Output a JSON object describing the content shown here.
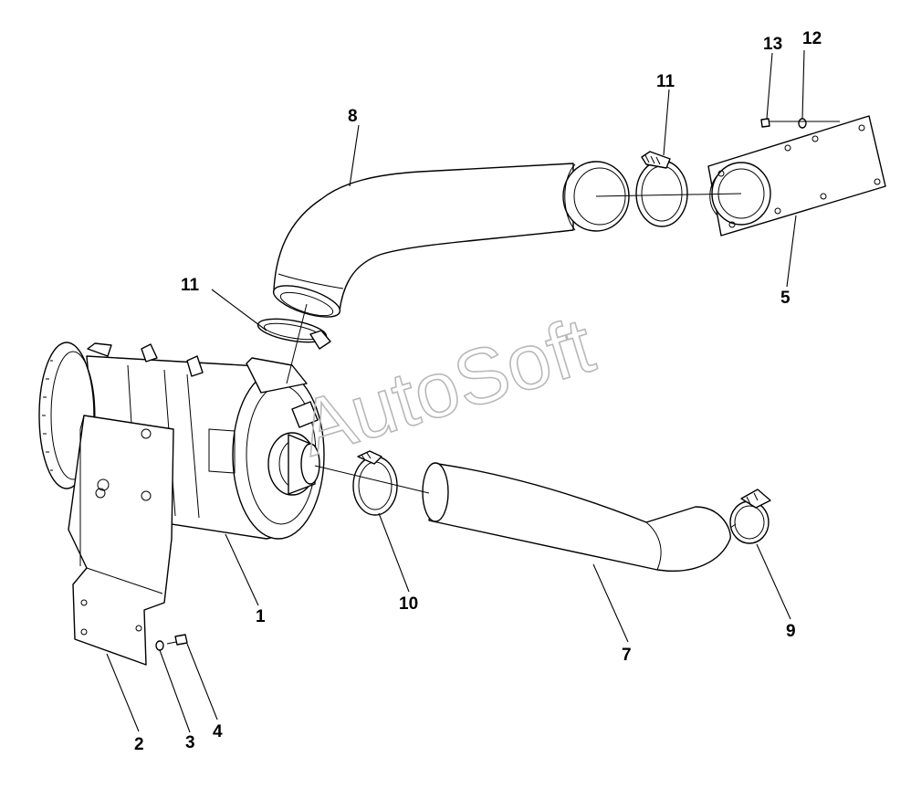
{
  "watermark": "AutoSoft",
  "callouts": {
    "c1": "1",
    "c2": "2",
    "c3": "3",
    "c4": "4",
    "c5": "5",
    "c7": "7",
    "c8": "8",
    "c9": "9",
    "c10": "10",
    "c11a": "11",
    "c11b": "11",
    "c12": "12",
    "c13": "13"
  },
  "colors": {
    "line": "#000000",
    "watermark": "#b8b8b8",
    "background": "#ffffff"
  }
}
